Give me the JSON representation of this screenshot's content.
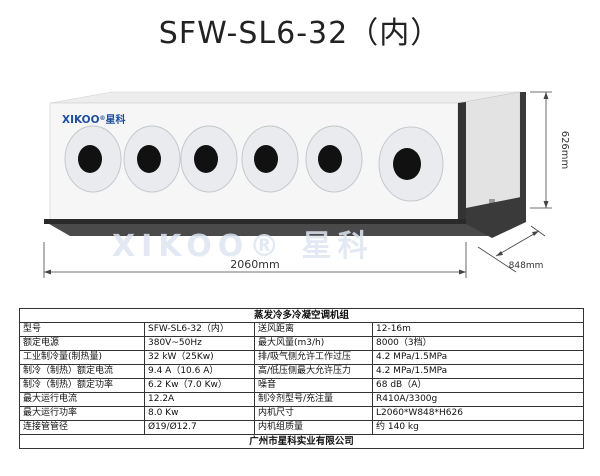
{
  "title": "SFW-SL6-32（内）",
  "logo": {
    "brand": "XIKOO",
    "reg": "®",
    "chinese": "星科"
  },
  "watermark": "XIKOO® 星科",
  "dimensions": {
    "height": "626mm",
    "width": "2060mm",
    "depth": "848mm"
  },
  "spec_table": {
    "header": "蒸发冷多冷凝空调机组",
    "rows": [
      [
        "型号",
        "SFW-SL6-32（内）",
        "送风距离",
        "12-16m"
      ],
      [
        "额定电源",
        "380V~50Hz",
        "最大风量(m3/h)",
        "8000（3档）"
      ],
      [
        "工业制冷量(制热量)",
        "32 kW（25Kw)",
        "排/吸气侧允许工作过压",
        "4.2 MPa/1.5MPa"
      ],
      [
        "制冷（制热）额定电流",
        "9.4 A（10.6 A）",
        "高/低压侧最大允许压力",
        "4.2 MPa/1.5MPa"
      ],
      [
        "制冷（制热）额定功率",
        "6.2 Kw（7.0 Kw）",
        "噪音",
        "68 dB（A）"
      ],
      [
        "最大运行电流",
        "12.2A",
        "制冷剂型号/充注量",
        "R410A/3300g"
      ],
      [
        "最大运行功率",
        "8.0 Kw",
        "内机尺寸",
        "L2060*W848*H626"
      ],
      [
        "连接管管径",
        "Ø19/Ø12.7",
        "内机组质量",
        "约 140 kg"
      ]
    ],
    "footer": "广州市星科实业有限公司"
  }
}
